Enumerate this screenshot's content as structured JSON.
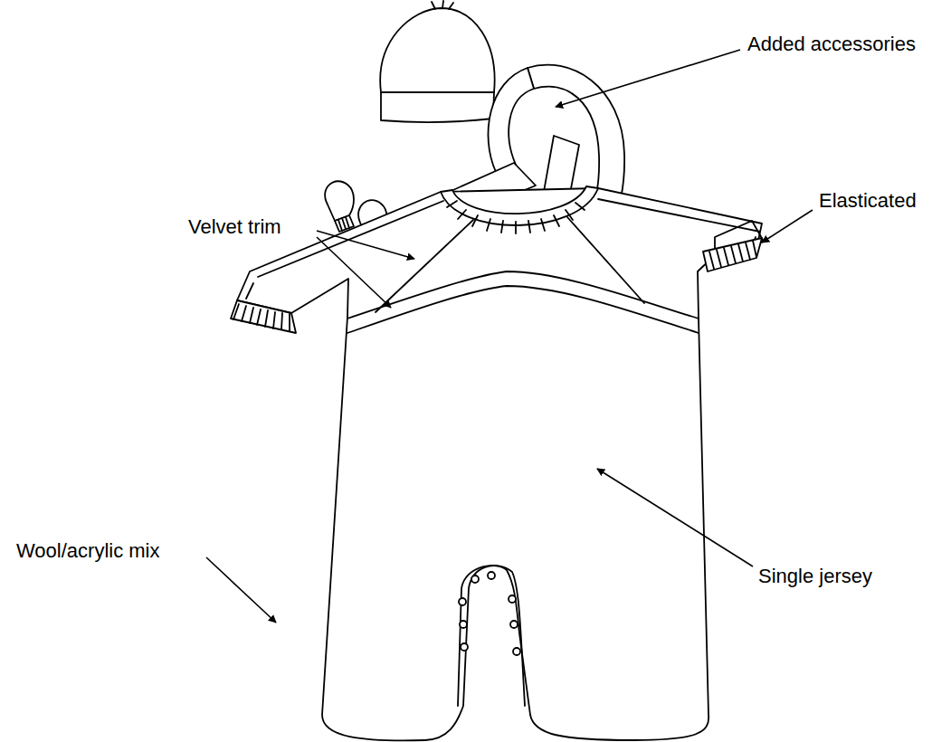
{
  "diagram": {
    "labels": [
      "Added accessories",
      "Velvet trim",
      "Elasticated",
      "Wool/acrylic mix",
      "Single jersey"
    ]
  }
}
